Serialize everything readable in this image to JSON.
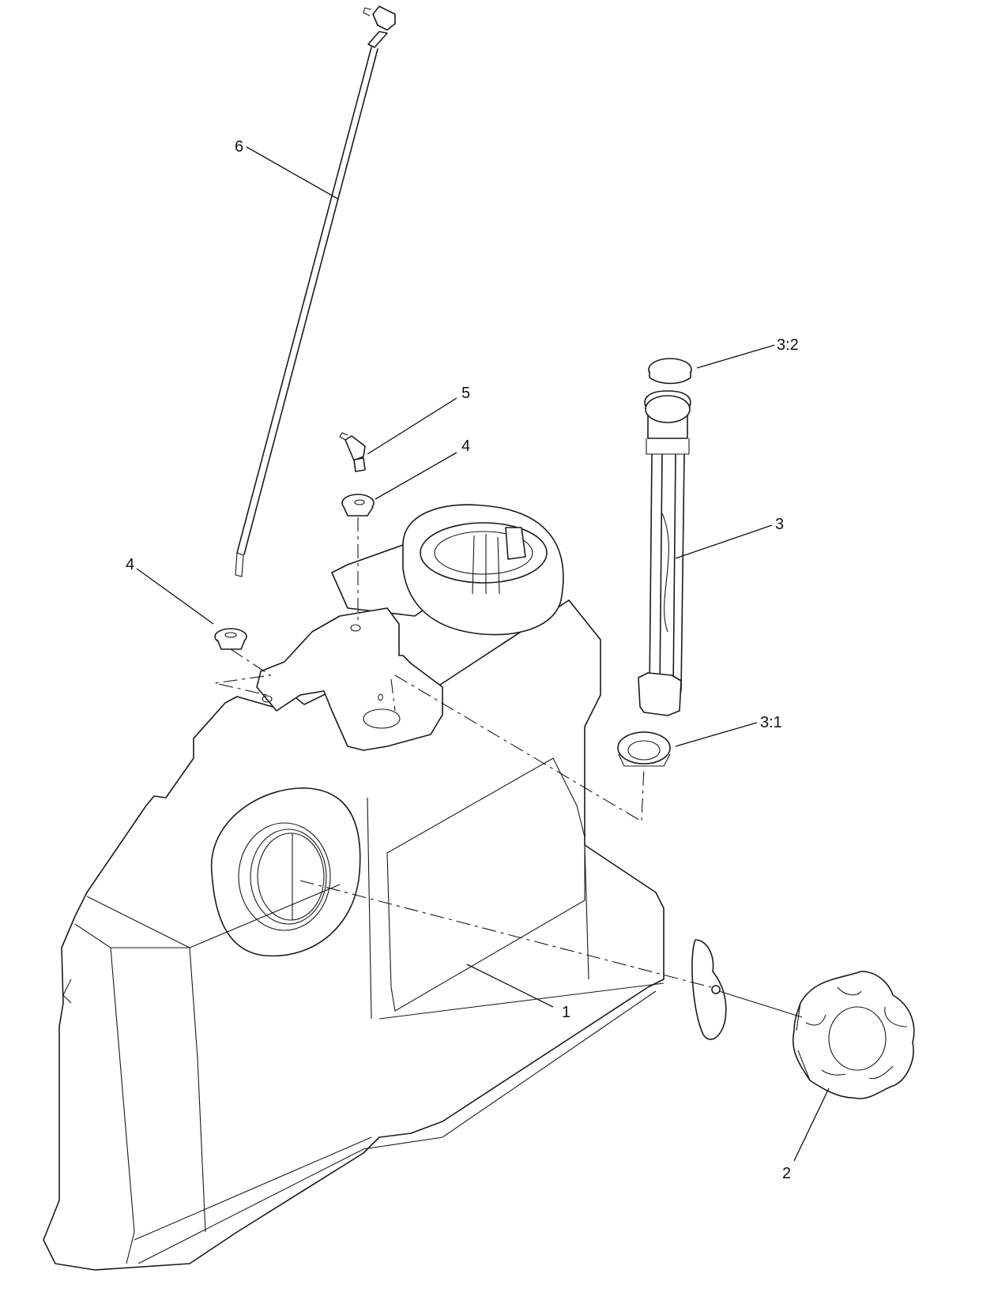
{
  "callouts": {
    "c1": "1",
    "c2": "2",
    "c3": "3",
    "c3_1": "3:1",
    "c3_2": "3:2",
    "c4a": "4",
    "c4b": "4",
    "c5": "5",
    "c6": "6"
  }
}
